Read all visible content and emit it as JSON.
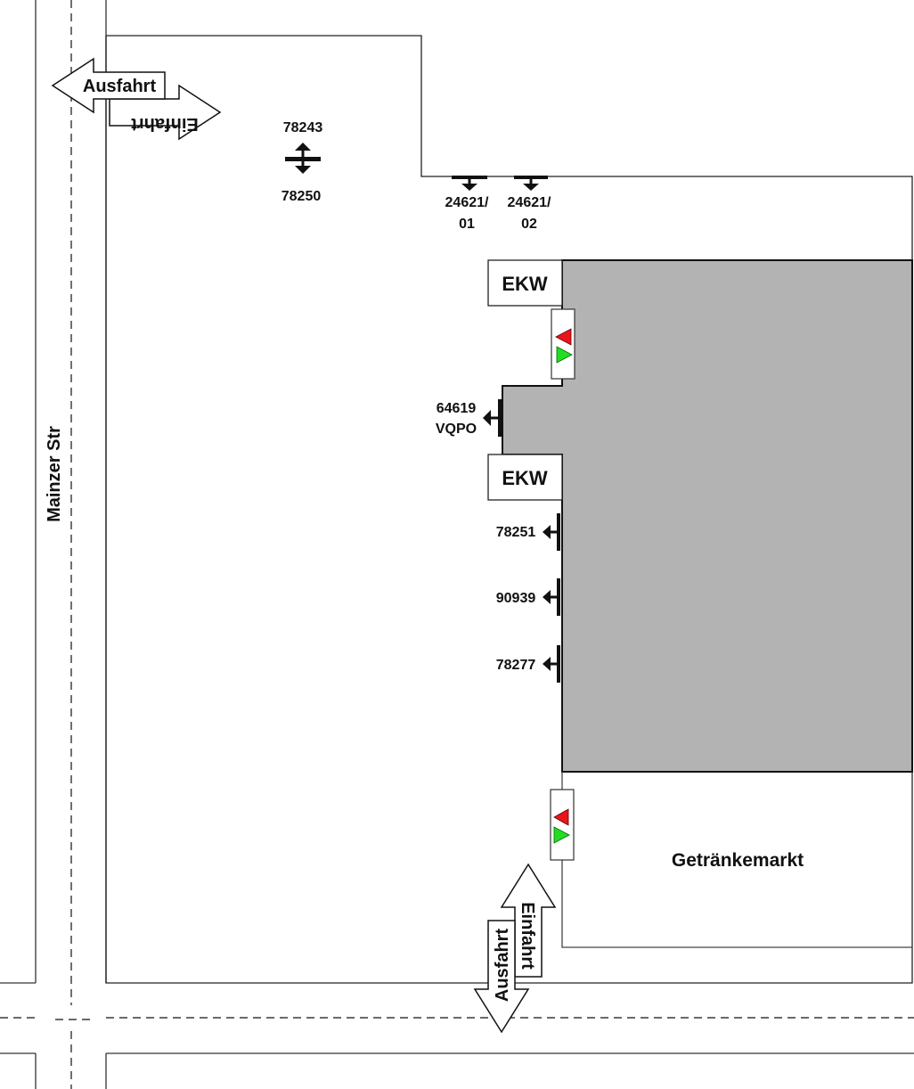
{
  "street": {
    "name": "Mainzer Str"
  },
  "entrances": {
    "top_left": {
      "exit_label": "Ausfahrt",
      "entry_label": "Einfahrt"
    },
    "bottom": {
      "exit_label": "Ausfahrt",
      "entry_label": "Einfahrt"
    }
  },
  "detectors": [
    {
      "id": "78243",
      "label": "78243"
    },
    {
      "id": "78250",
      "label": "78250"
    },
    {
      "id": "24621-01",
      "line1": "24621/",
      "line2": "01"
    },
    {
      "id": "24621-02",
      "line1": "24621/",
      "line2": "02"
    },
    {
      "id": "64619",
      "line1": "64619",
      "line2": "VQPO"
    },
    {
      "id": "78251",
      "label": "78251"
    },
    {
      "id": "90939",
      "label": "90939"
    },
    {
      "id": "78277",
      "label": "78277"
    }
  ],
  "ekw_boxes": [
    {
      "label": "EKW"
    },
    {
      "label": "EKW"
    }
  ],
  "store": {
    "name": "Getränkemarkt"
  },
  "colors": {
    "building": "#b3b3b3",
    "signal_red": "#e8161c",
    "signal_green": "#22dd22",
    "line": "#111111"
  }
}
